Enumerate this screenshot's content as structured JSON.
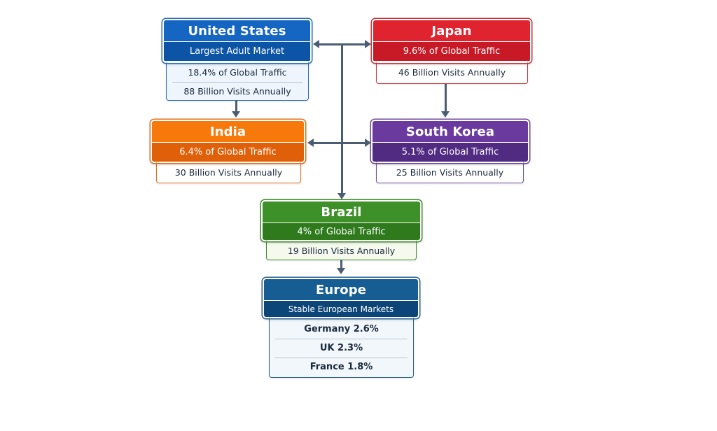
{
  "diagram": {
    "nodes": {
      "us": {
        "title": "United States",
        "subtitle": "Largest Adult Market",
        "rows": [
          "18.4% of Global Traffic",
          "88 Billion Visits Annually"
        ],
        "colors": {
          "top": "#1466c2",
          "bottom": "#0b54a6",
          "edge": "#2a6db5",
          "body_bg": "#eef5fc"
        }
      },
      "japan": {
        "title": "Japan",
        "subtitle": "9.6% of Global Traffic",
        "rows": [
          "46 Billion Visits Annually"
        ],
        "colors": {
          "top": "#e0242f",
          "bottom": "#c71a26",
          "edge": "#c8323b"
        }
      },
      "india": {
        "title": "India",
        "subtitle": "6.4% of Global Traffic",
        "rows": [
          "30 Billion Visits Annually"
        ],
        "colors": {
          "top": "#f7790b",
          "bottom": "#e0600a",
          "edge": "#e07020"
        }
      },
      "south_korea": {
        "title": "South Korea",
        "subtitle": "5.1% of Global Traffic",
        "rows": [
          "25 Billion Visits Annually"
        ],
        "colors": {
          "top": "#6b3a9e",
          "bottom": "#512a82",
          "edge": "#6d4a98"
        }
      },
      "brazil": {
        "title": "Brazil",
        "subtitle": "4% of Global Traffic",
        "rows": [
          "19 Billion Visits Annually"
        ],
        "colors": {
          "top": "#3e9128",
          "bottom": "#2e7a1d",
          "edge": "#3e8a2c",
          "body_bg": "#f5f9ee"
        }
      },
      "europe": {
        "title": "Europe",
        "subtitle": "Stable European Markets",
        "rows": [
          "Germany 2.6%",
          "UK 2.3%",
          "France 1.8%"
        ],
        "colors": {
          "top": "#155d93",
          "bottom": "#0c4577",
          "edge": "#2a5f8a",
          "body_bg": "#f2f7fb"
        }
      }
    },
    "edges": [
      {
        "from": "hub",
        "to": "United States",
        "type": "bidirectional"
      },
      {
        "from": "hub",
        "to": "Japan",
        "type": "bidirectional"
      },
      {
        "from": "hub",
        "to": "India",
        "type": "bidirectional"
      },
      {
        "from": "hub",
        "to": "South Korea",
        "type": "bidirectional"
      },
      {
        "from": "hub",
        "to": "Brazil",
        "type": "arrow"
      },
      {
        "from": "United States",
        "to": "India",
        "type": "arrow"
      },
      {
        "from": "Japan",
        "to": "South Korea",
        "type": "arrow"
      },
      {
        "from": "Brazil",
        "to": "Europe",
        "type": "arrow"
      }
    ],
    "line_color": "#4a5d72"
  }
}
